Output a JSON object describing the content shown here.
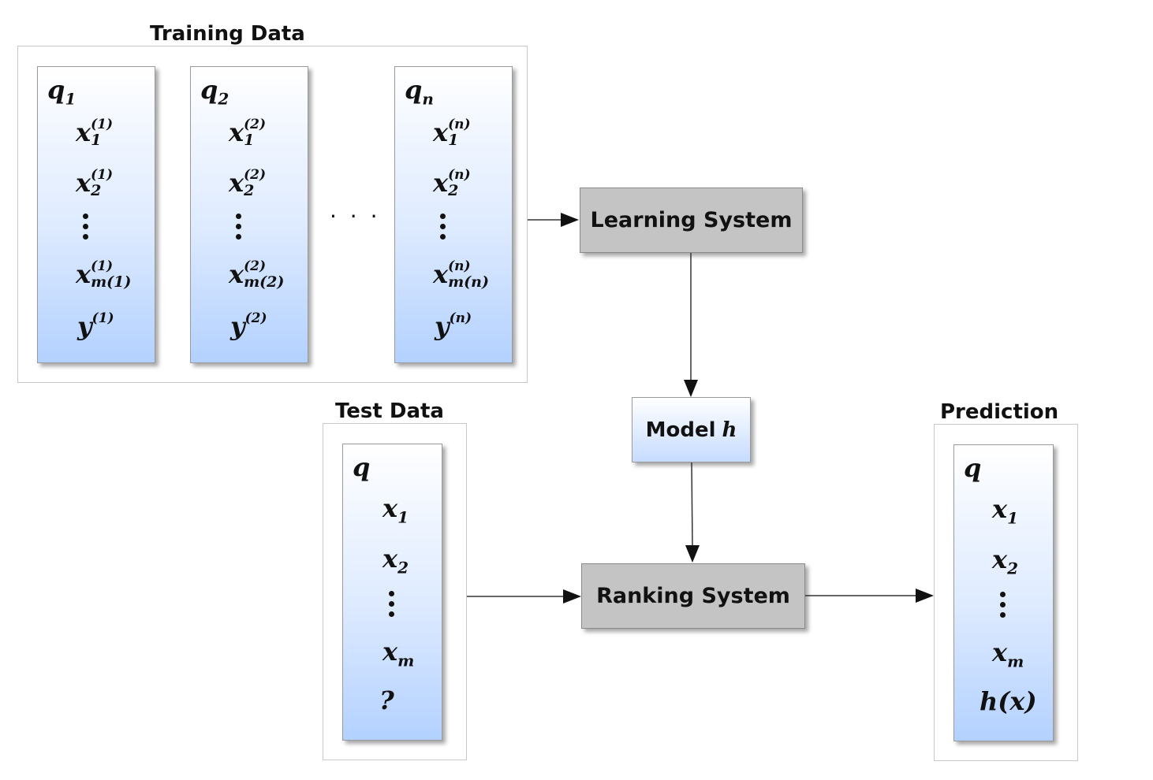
{
  "training": {
    "title": "Training Data",
    "columns": [
      {
        "q_base": "q",
        "q_sub": "1",
        "items": [
          {
            "base": "x",
            "sup": "(1)",
            "sub": "1"
          },
          {
            "base": "x",
            "sup": "(1)",
            "sub": "2"
          },
          {
            "base": "x",
            "sup": "(1)",
            "sub": "m(1)"
          }
        ],
        "label": {
          "base": "y",
          "sup": "(1)"
        }
      },
      {
        "q_base": "q",
        "q_sub": "2",
        "items": [
          {
            "base": "x",
            "sup": "(2)",
            "sub": "1"
          },
          {
            "base": "x",
            "sup": "(2)",
            "sub": "2"
          },
          {
            "base": "x",
            "sup": "(2)",
            "sub": "m(2)"
          }
        ],
        "label": {
          "base": "y",
          "sup": "(2)"
        }
      },
      {
        "q_base": "q",
        "q_sub": "n",
        "items": [
          {
            "base": "x",
            "sup": "(n)",
            "sub": "1"
          },
          {
            "base": "x",
            "sup": "(n)",
            "sub": "2"
          },
          {
            "base": "x",
            "sup": "(n)",
            "sub": "m(n)"
          }
        ],
        "label": {
          "base": "y",
          "sup": "(n)"
        }
      }
    ],
    "ellipsis": "· · ·"
  },
  "learning_system": {
    "label": "Learning System"
  },
  "model": {
    "label": "Model",
    "symbol": "h"
  },
  "ranking_system": {
    "label": "Ranking System"
  },
  "test": {
    "title": "Test Data",
    "q": "q",
    "items": [
      {
        "base": "x",
        "sub": "1"
      },
      {
        "base": "x",
        "sub": "2"
      },
      {
        "base": "x",
        "sub": "m"
      }
    ],
    "label": "?"
  },
  "prediction": {
    "title": "Prediction",
    "q": "q",
    "items": [
      {
        "base": "x",
        "sub": "1"
      },
      {
        "base": "x",
        "sub": "2"
      },
      {
        "base": "x",
        "sub": "m"
      }
    ],
    "label": "h(x)"
  },
  "colors": {
    "system_fill": "#c4c4c4",
    "column_top": "#ffffff",
    "column_bottom": "#b3d1ff",
    "arrow": "#111111"
  }
}
